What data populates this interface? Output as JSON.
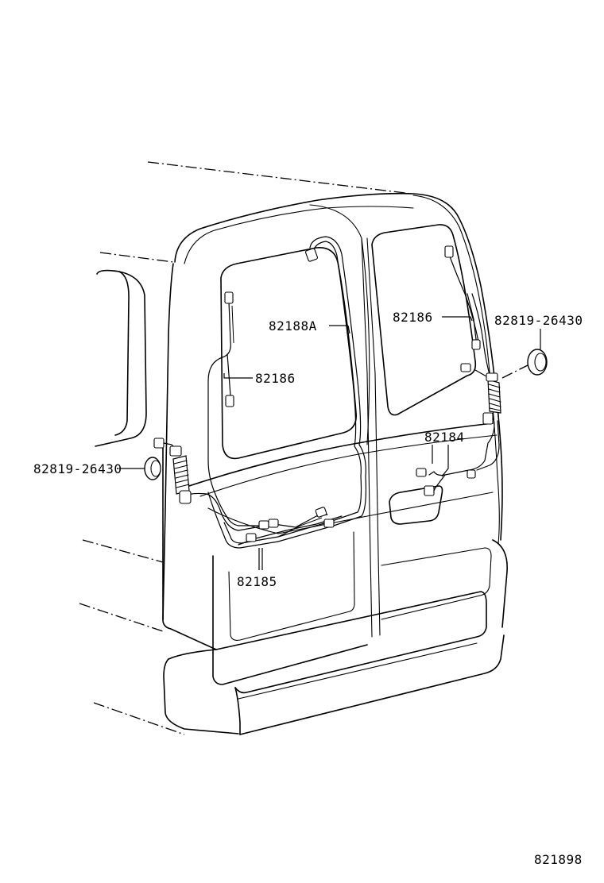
{
  "figure_number": "821898",
  "parts": [
    {
      "id": "p1",
      "label": "82188A"
    },
    {
      "id": "p2",
      "label": "82186"
    },
    {
      "id": "p3",
      "label": "82186"
    },
    {
      "id": "p4",
      "label": "82819-26430"
    },
    {
      "id": "p5",
      "label": "82819-26430"
    },
    {
      "id": "p6",
      "label": "82184"
    },
    {
      "id": "p7",
      "label": "82185"
    }
  ]
}
